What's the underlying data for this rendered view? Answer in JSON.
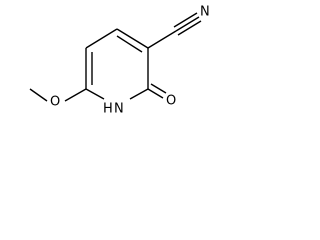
{
  "molecule": {
    "atoms": {
      "nitrile_n": "N",
      "ring_nh": "H",
      "ring_n": "N",
      "carbonyl_o": "O",
      "methoxy_o": "O"
    }
  }
}
